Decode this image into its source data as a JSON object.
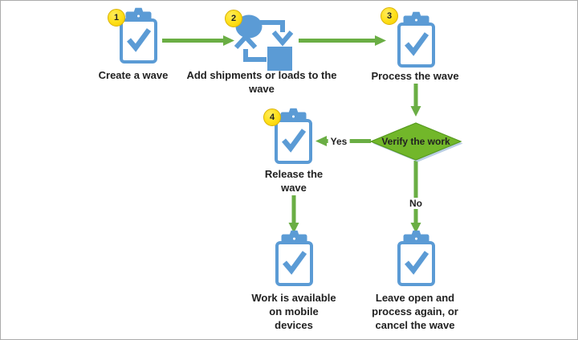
{
  "colors": {
    "blue": "#5B9BD5",
    "arrow_green": "#6AAE44",
    "diamond_fill": "#72B72A",
    "diamond_border": "#569A1E",
    "badge_yellow": "#FFE11C",
    "border_gray": "#ABABAB"
  },
  "steps": [
    {
      "num": "1",
      "lines": [
        "Create a wave"
      ]
    },
    {
      "num": "2",
      "lines": [
        "Add shipments or loads to the",
        "wave"
      ]
    },
    {
      "num": "3",
      "lines": [
        "Process the wave"
      ]
    },
    {
      "num": "4",
      "lines": [
        "Release the",
        "wave"
      ]
    }
  ],
  "decision": {
    "label": "Verify the work",
    "yes_label": "Yes",
    "no_label": "No"
  },
  "outcomes": [
    {
      "lines": [
        "Work is available",
        "on mobile",
        "devices"
      ]
    },
    {
      "lines": [
        "Leave open and",
        "process again, or",
        "cancel the wave"
      ]
    }
  ],
  "flow": {
    "edges": [
      "create-a-wave -> add-shipments-or-loads",
      "add-shipments-or-loads -> process-the-wave",
      "process-the-wave -> verify-the-work",
      "verify-the-work -Yes-> release-the-wave",
      "verify-the-work -No-> leave-open-process-again-or-cancel",
      "release-the-wave -> work-available-on-mobile-devices"
    ]
  }
}
